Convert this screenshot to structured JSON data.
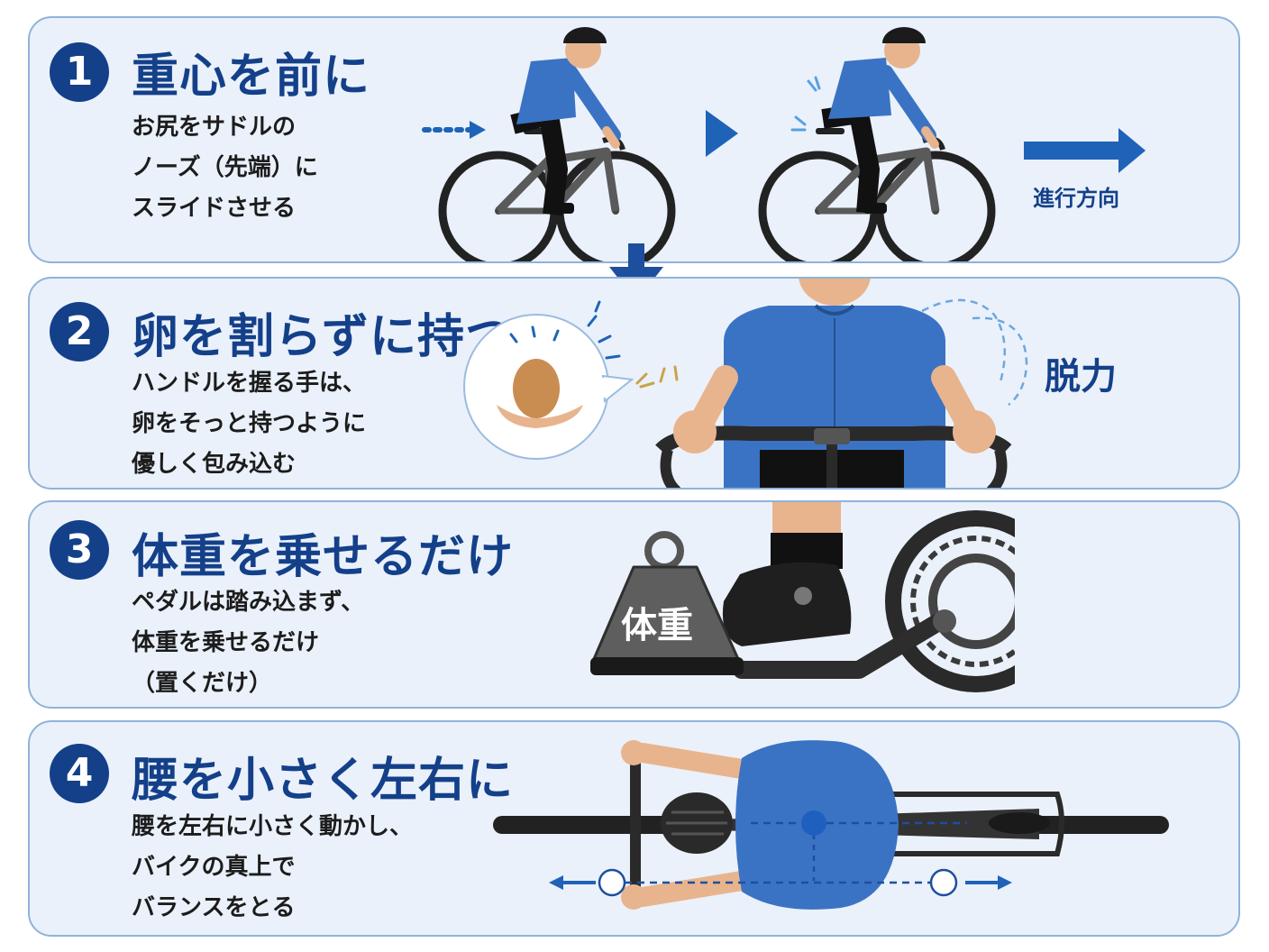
{
  "steps": [
    {
      "number": "1",
      "title": "重心を前に",
      "lines": [
        "お尻をサドルの",
        "ノーズ（先端）に",
        "スライドさせる"
      ],
      "direction_label": "進行方向"
    },
    {
      "number": "2",
      "title": "卵を割らずに持つ",
      "lines": [
        "ハンドルを握る手は、",
        "卵をそっと持つように",
        "優しく包み込む"
      ],
      "relax_label": "脱力"
    },
    {
      "number": "3",
      "title": "体重を乗せるだけ",
      "lines": [
        "ペダルは踏み込まず、",
        "体重を乗せるだけ",
        "（置くだけ）"
      ],
      "weight_label": "体重"
    },
    {
      "number": "4",
      "title": "腰を小さく左右に",
      "lines": [
        "腰を左右に小さく動かし、",
        "バイクの真上で",
        "バランスをとる"
      ]
    }
  ],
  "colors": {
    "accent": "#14408a",
    "arrow": "#1e63b8",
    "jersey": "#3b73c4",
    "panel_bg": "#eaf1fa",
    "panel_border": "#8fb3da"
  },
  "icons": [
    "right-arrow-icon",
    "down-arrow-icon",
    "egg-icon",
    "weight-icon",
    "helmet-icon"
  ]
}
